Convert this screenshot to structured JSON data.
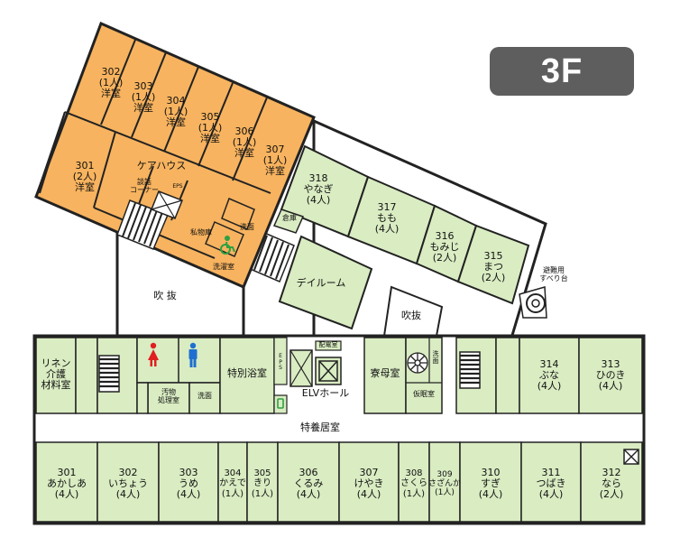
{
  "floor_label": "3F",
  "colors": {
    "care_orange": "#f7b35f",
    "room_green": "#d9ecc2",
    "corridor": "#ffffff",
    "wall": "#222222",
    "badge": "#5e5e5e",
    "male_blue": "#1e6fd0",
    "female_red": "#e02020",
    "accessible_green": "#2ea043"
  },
  "care_house": {
    "title": "ケアハウス",
    "rooms": [
      {
        "label": "302\n(1人)\n洋室"
      },
      {
        "label": "303\n(1人)\n洋室"
      },
      {
        "label": "304\n(1人)\n洋室"
      },
      {
        "label": "305\n(1人)\n洋室"
      },
      {
        "label": "306\n(1人)\n洋室"
      },
      {
        "label": "307\n(1人)\n洋室"
      },
      {
        "label": "301\n(2人)\n洋室"
      }
    ],
    "talk_corner": "談話\nコーナー",
    "eps": "EPS",
    "private_storage": "私物庫",
    "washroom": "洗面",
    "laundry": "洗濯室"
  },
  "upper_wing": {
    "rooms": [
      {
        "label": "318\nやなぎ\n(4人)"
      },
      {
        "label": "317\nもも\n(4人)"
      },
      {
        "label": "316\nもみじ\n(2人)"
      },
      {
        "label": "315\nまつ\n(2人)"
      }
    ],
    "storage": "倉庫",
    "dayroom": "デイルーム",
    "slide": "避難用\nすべり台"
  },
  "voids": {
    "left": "吹  抜",
    "right": "吹抜"
  },
  "main_wing": {
    "linen": "リネン\n介護\n材料室",
    "soiled": "汚物\n処理室",
    "wash": "洗面",
    "bath": "特別浴室",
    "eps": "E\nP\nS",
    "distribution": "配電室",
    "elv_hall": "ELVホール",
    "matron": "寮母室",
    "nap": "仮眠室",
    "wash2": "洗\n面",
    "corridor": "特養居室",
    "north_rooms": [
      {
        "label": "314\nぶな\n(4人)"
      },
      {
        "label": "313\nひのき\n(4人)"
      }
    ],
    "south_rooms": [
      {
        "label": "301\nあかしあ\n(4人)"
      },
      {
        "label": "302\nいちょう\n(4人)"
      },
      {
        "label": "303\nうめ\n(4人)"
      },
      {
        "label": "304\nかえで\n(1人)"
      },
      {
        "label": "305\nきり\n(1人)"
      },
      {
        "label": "306\nくるみ\n(4人)"
      },
      {
        "label": "307\nけやき\n(4人)"
      },
      {
        "label": "308\nさくら\n(1人)"
      },
      {
        "label": "309\nさざんか\n(1人)"
      },
      {
        "label": "310\nすぎ\n(4人)"
      },
      {
        "label": "311\nつばき\n(4人)"
      },
      {
        "label": "312\nなら\n(2人)"
      }
    ]
  }
}
